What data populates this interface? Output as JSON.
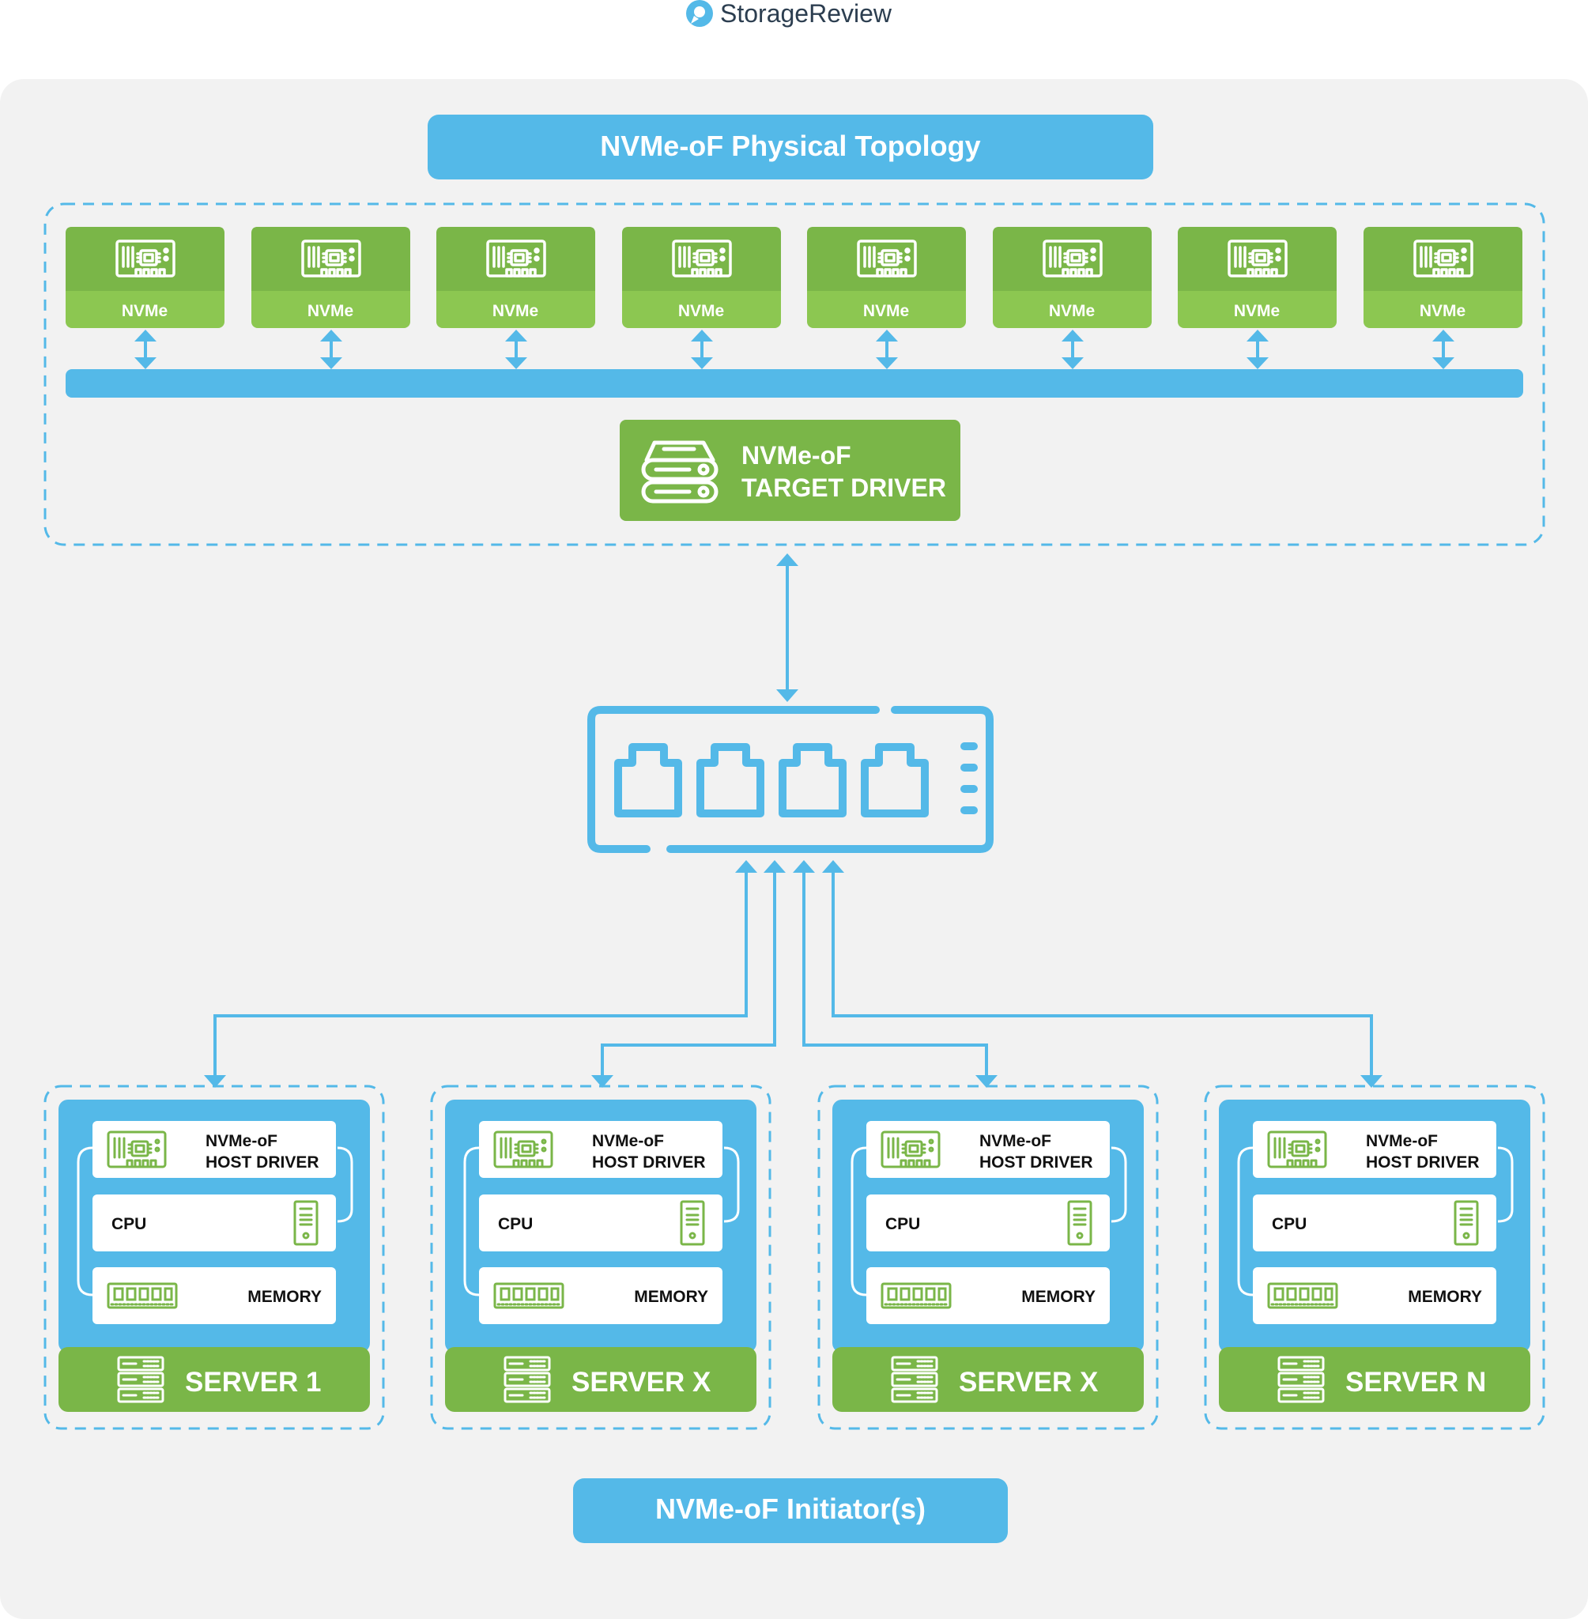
{
  "brand": {
    "name": "StorageReview",
    "accent": "#54b9e8",
    "green": "#7ab648",
    "green_light": "#8cc751"
  },
  "title": "NVMe-oF Physical Topology",
  "nvme_drives": [
    {
      "label": "NVMe"
    },
    {
      "label": "NVMe"
    },
    {
      "label": "NVMe"
    },
    {
      "label": "NVMe"
    },
    {
      "label": "NVMe"
    },
    {
      "label": "NVMe"
    },
    {
      "label": "NVMe"
    },
    {
      "label": "NVMe"
    }
  ],
  "target_driver": {
    "line1": "NVMe-oF",
    "line2": "TARGET DRIVER"
  },
  "servers": [
    {
      "name": "SERVER 1",
      "host_driver": [
        "NVMe-oF",
        "HOST DRIVER"
      ],
      "cpu": "CPU",
      "memory": "MEMORY"
    },
    {
      "name": "SERVER X",
      "host_driver": [
        "NVMe-oF",
        "HOST DRIVER"
      ],
      "cpu": "CPU",
      "memory": "MEMORY"
    },
    {
      "name": "SERVER X",
      "host_driver": [
        "NVMe-oF",
        "HOST DRIVER"
      ],
      "cpu": "CPU",
      "memory": "MEMORY"
    },
    {
      "name": "SERVER N",
      "host_driver": [
        "NVMe-oF",
        "HOST DRIVER"
      ],
      "cpu": "CPU",
      "memory": "MEMORY"
    }
  ],
  "initiator_label": "NVMe-oF Initiator(s)"
}
